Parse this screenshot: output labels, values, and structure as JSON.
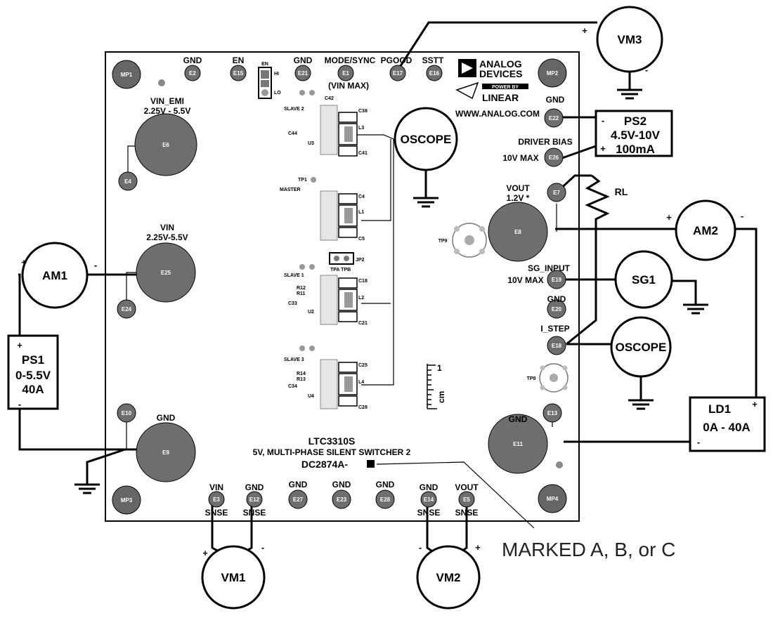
{
  "board": {
    "part": "LTC3310S",
    "description": "5V, MULTI-PHASE SILENT SWITCHER 2",
    "board_id": "DC2874A-",
    "logo_line1": "ANALOG",
    "logo_line2": "DEVICES",
    "logo_powered": "POWER BY",
    "logo_linear": "LINEAR",
    "url": "WWW.ANALOG.COM"
  },
  "top_labels": {
    "gnd1": "GND",
    "en": "EN",
    "gnd2": "GND",
    "mode_sync": "MODE/SYNC",
    "pgood": "PGOOD",
    "sstt": "SSTT",
    "vin_max": "(VIN MAX)",
    "jp_en": "EN",
    "jp_hi": "HI",
    "jp_lo": "LO"
  },
  "left_labels": {
    "vin_emi": "VIN_EMI",
    "vin_emi_range": "2.25V - 5.5V",
    "vin": "VIN",
    "vin_range": "2.25V-5.5V",
    "gnd": "GND"
  },
  "right_labels": {
    "gnd_top": "GND",
    "driver_bias": "DRIVER BIAS",
    "ten_v_max": "10V MAX",
    "vout": "VOUT",
    "vout_val": "1.2V *",
    "sg_input": "SG_INPUT",
    "ten_v_max2": "10V MAX",
    "gnd_mid": "GND",
    "i_step": "I_STEP",
    "gnd_bot": "GND"
  },
  "bottom_labels": {
    "vin": "VIN",
    "gnd1": "GND",
    "gnd2": "GND",
    "gnd3": "GND",
    "gnd4": "GND",
    "gnd5": "GND",
    "vout": "VOUT",
    "snse1": "SNSE",
    "snse2": "SNSE",
    "snse3": "SNSE",
    "snse4": "SNSE"
  },
  "terminals": {
    "mp1": "MP1",
    "mp2": "MP2",
    "mp3": "MP3",
    "mp4": "MP4",
    "e1": "E1",
    "e2": "E2",
    "e3": "E3",
    "e4": "E4",
    "e5": "E5",
    "e6": "E6",
    "e7": "E7",
    "e8": "E8",
    "e9": "E9",
    "e10": "E10",
    "e11": "E11",
    "e12": "E12",
    "e13": "E13",
    "e14": "E14",
    "e15": "E15",
    "e16": "E16",
    "e17": "E17",
    "e18": "E18",
    "e19": "E19",
    "e20": "E20",
    "e21": "E21",
    "e22": "E22",
    "e23": "E23",
    "e24": "E24",
    "e25": "E25",
    "e26": "E26",
    "e27": "E27",
    "e28": "E28",
    "tp9": "TP9",
    "tp8": "TP8"
  },
  "channels": {
    "slave2": "SLAVE 2",
    "master": "MASTER",
    "slave1": "SLAVE 1",
    "slave3": "SLAVE 3",
    "tp1": "TP1",
    "jp2": "JP2",
    "tpa_tpb": "TPA TPB",
    "c42": "C42",
    "c38": "C38",
    "c41": "C41",
    "l3": "L3",
    "u3": "U3",
    "c44": "C44",
    "c4": "C4",
    "c5": "C5",
    "l1": "L1",
    "c18": "C18",
    "c21": "C21",
    "l2": "L2",
    "u2": "U2",
    "c33": "C33",
    "c25": "C25",
    "c28": "C28",
    "l4": "L4",
    "u4": "U4",
    "c34": "C34",
    "r12": "R12",
    "r11": "R11",
    "r14": "R14",
    "r13": "R13",
    "scale_cm": "cm",
    "scale_1": "1"
  },
  "instruments": {
    "vm3": "VM3",
    "ps2": "PS2",
    "ps2_range": "4.5V-10V",
    "ps2_current": "100mA",
    "oscope1": "OSCOPE",
    "rl": "RL",
    "am2": "AM2",
    "sg1": "SG1",
    "oscope2": "OSCOPE",
    "ld1": "LD1",
    "ld1_range": "0A - 40A",
    "am1": "AM1",
    "ps1": "PS1",
    "ps1_range": "0-5.5V",
    "ps1_current": "40A",
    "vm1": "VM1",
    "vm2": "VM2"
  },
  "polarity": {
    "plus": "+",
    "minus": "-"
  },
  "note": "MARKED A, B, or C"
}
